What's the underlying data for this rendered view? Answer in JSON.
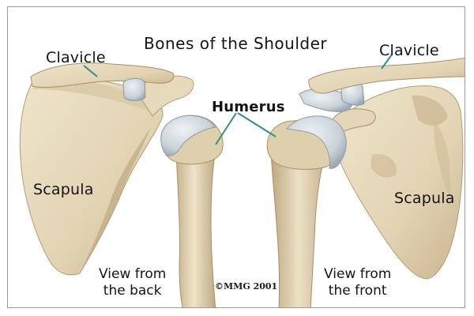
{
  "diagram": {
    "title": "Bones of the Shoulder",
    "labels": {
      "clavicle_left": "Clavicle",
      "clavicle_right": "Clavicle",
      "humerus": "Humerus",
      "scapula_left": "Scapula",
      "scapula_right": "Scapula"
    },
    "views": {
      "back_line1": "View from",
      "back_line2": "the back",
      "front_line1": "View from",
      "front_line2": "the front"
    },
    "copyright": "©MMG 2001"
  },
  "colors": {
    "bone": "#e8dcc0",
    "bone_shadow": "#c9b48f",
    "bone_dark": "#a88f66",
    "cartilage": "#d6dde2",
    "cartilage_shadow": "#aeb9c2",
    "leader_line": "#2f8f88",
    "border": "#9a9a9a"
  }
}
